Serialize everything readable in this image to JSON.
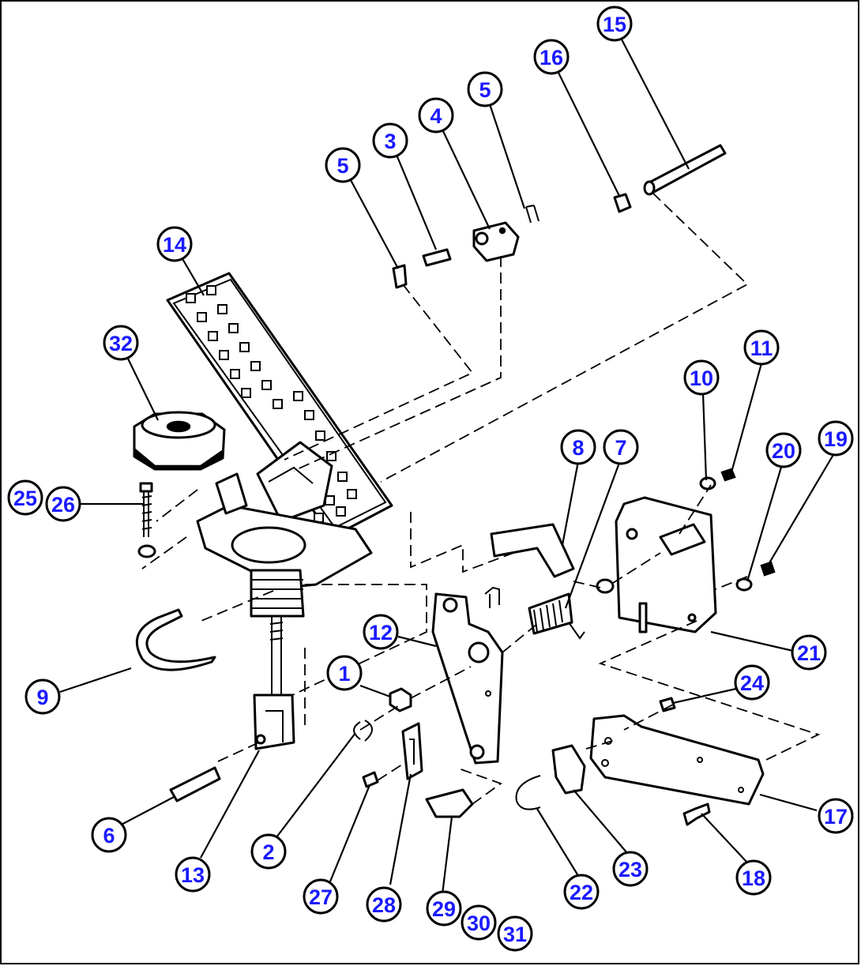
{
  "diagram": {
    "callouts": [
      {
        "id": "c15",
        "label": "15"
      },
      {
        "id": "c16",
        "label": "16"
      },
      {
        "id": "c5a",
        "label": "5"
      },
      {
        "id": "c4",
        "label": "4"
      },
      {
        "id": "c3",
        "label": "3"
      },
      {
        "id": "c5b",
        "label": "5"
      },
      {
        "id": "c14",
        "label": "14"
      },
      {
        "id": "c32",
        "label": "32"
      },
      {
        "id": "c11",
        "label": "11"
      },
      {
        "id": "c10",
        "label": "10"
      },
      {
        "id": "c8",
        "label": "8"
      },
      {
        "id": "c7",
        "label": "7"
      },
      {
        "id": "c20",
        "label": "20"
      },
      {
        "id": "c19",
        "label": "19"
      },
      {
        "id": "c25",
        "label": "25"
      },
      {
        "id": "c26",
        "label": "26"
      },
      {
        "id": "c12",
        "label": "12"
      },
      {
        "id": "c21",
        "label": "21"
      },
      {
        "id": "c1",
        "label": "1"
      },
      {
        "id": "c24",
        "label": "24"
      },
      {
        "id": "c9",
        "label": "9"
      },
      {
        "id": "c17",
        "label": "17"
      },
      {
        "id": "c6",
        "label": "6"
      },
      {
        "id": "c2",
        "label": "2"
      },
      {
        "id": "c22",
        "label": "22"
      },
      {
        "id": "c23",
        "label": "23"
      },
      {
        "id": "c18",
        "label": "18"
      },
      {
        "id": "c13",
        "label": "13"
      },
      {
        "id": "c27",
        "label": "27"
      },
      {
        "id": "c28",
        "label": "28"
      },
      {
        "id": "c29",
        "label": "29"
      },
      {
        "id": "c30",
        "label": "30"
      },
      {
        "id": "c31",
        "label": "31"
      }
    ]
  }
}
